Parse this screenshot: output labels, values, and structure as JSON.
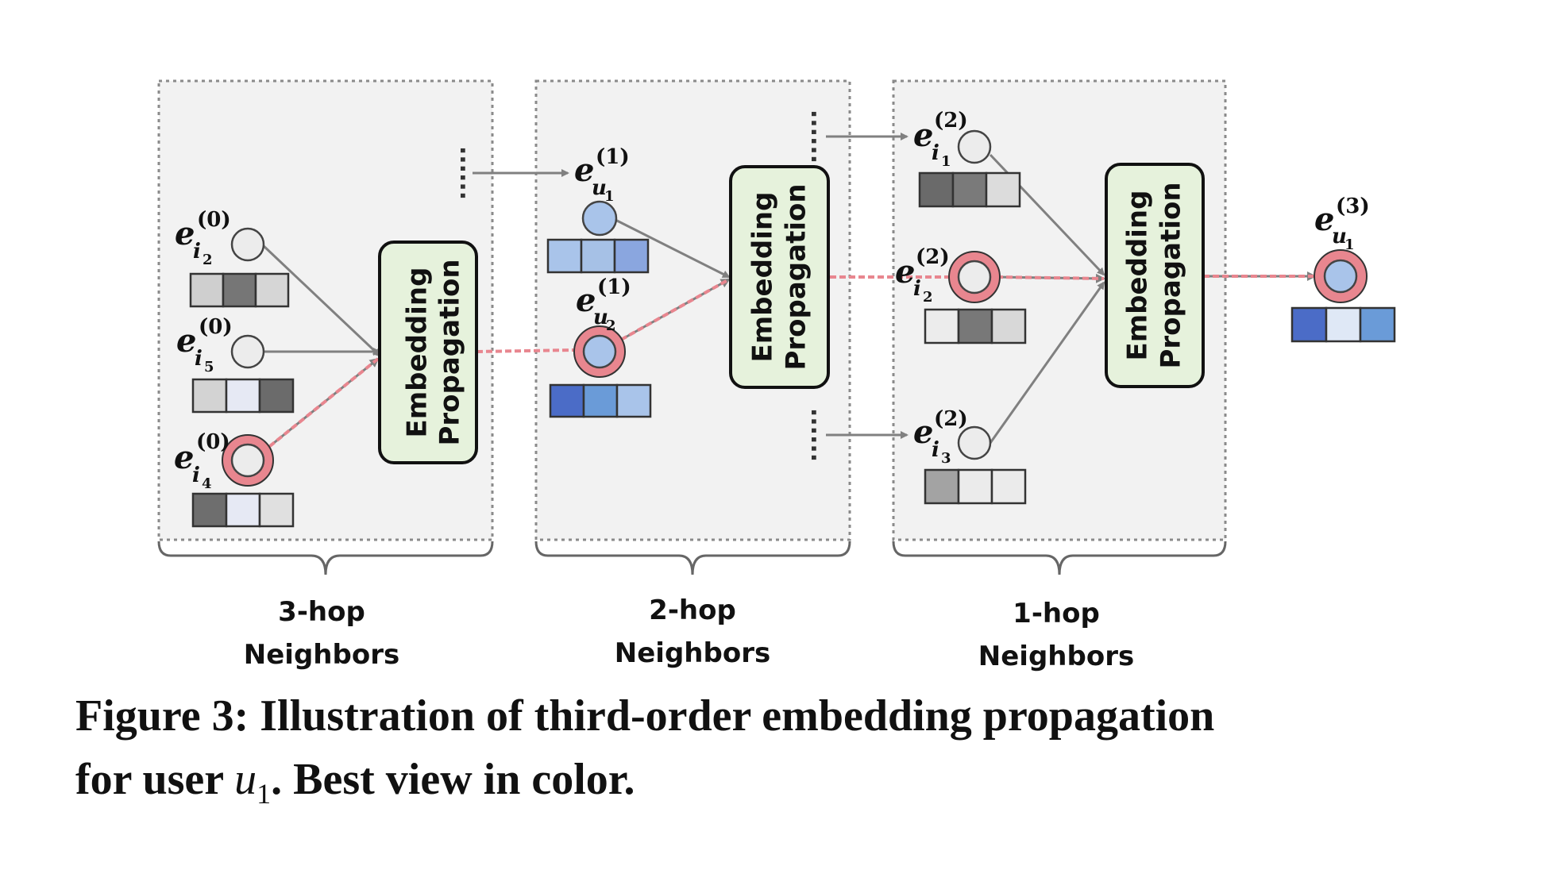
{
  "diagram": {
    "propagation_label_line1": "Embedding",
    "propagation_label_line2": "Propagation",
    "ellipsis": "......",
    "hops": [
      {
        "line1": "3-hop",
        "line2": "Neighbors"
      },
      {
        "line1": "2-hop",
        "line2": "Neighbors"
      },
      {
        "line1": "1-hop",
        "line2": "Neighbors"
      }
    ],
    "embedding_symbol": "e",
    "nodes": [
      {
        "sub": "i",
        "subsub": "2",
        "sup": "(0)"
      },
      {
        "sub": "i",
        "subsub": "5",
        "sup": "(0)"
      },
      {
        "sub": "i",
        "subsub": "4",
        "sup": "(0)"
      },
      {
        "sub": "u",
        "subsub": "1",
        "sup": "(1)"
      },
      {
        "sub": "u",
        "subsub": "2",
        "sup": "(1)"
      },
      {
        "sub": "i",
        "subsub": "1",
        "sup": "(2)"
      },
      {
        "sub": "i",
        "subsub": "2",
        "sup": "(2)"
      },
      {
        "sub": "i",
        "subsub": "3",
        "sup": "(2)"
      },
      {
        "sub": "u",
        "subsub": "1",
        "sup": "(3)"
      }
    ],
    "colors": {
      "highlight_path": "#e8868f",
      "arrow_gray": "#808080",
      "prop_box_fill": "#e6f2dc",
      "panel_fill": "#f2f2f2",
      "user_node_fill": "#a9c4ea",
      "item_node_fill": "#ececec"
    }
  },
  "caption": {
    "text_main": "Figure 3: Illustration of third-order embedding propagation",
    "text_line2_prefix": "for user ",
    "var": "u",
    "var_sub": "1",
    "text_line2_suffix": ". Best view in color."
  }
}
